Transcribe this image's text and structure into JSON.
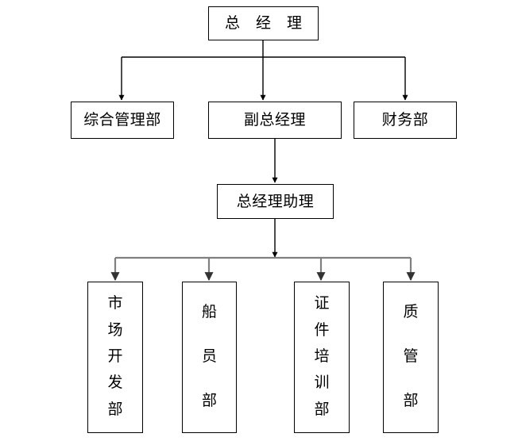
{
  "chart_title": "",
  "theme": {
    "background": "#ffffff",
    "box_border": "#000000",
    "box_fill": "#ffffff",
    "text": "#000000",
    "connector_black": "#000000",
    "connector_gray": "#808080"
  },
  "levels": [
    {
      "level": 1,
      "nodes": [
        {
          "id": "general-manager",
          "label": "总 经 理",
          "orientation": "horizontal",
          "spaced": true
        }
      ]
    },
    {
      "level": 2,
      "nodes": [
        {
          "id": "general-admin-dept",
          "label": "综合管理部",
          "orientation": "horizontal",
          "spaced": false
        },
        {
          "id": "deputy-general-manager",
          "label": "副总经理",
          "orientation": "horizontal",
          "spaced": false
        },
        {
          "id": "finance-dept",
          "label": "财务部",
          "orientation": "horizontal",
          "spaced": false
        }
      ]
    },
    {
      "level": 3,
      "nodes": [
        {
          "id": "assistant-general-manager",
          "label": "总经理助理",
          "orientation": "horizontal",
          "spaced": false
        }
      ]
    },
    {
      "level": 4,
      "nodes": [
        {
          "id": "market-development-dept",
          "label": "市场开发部",
          "orientation": "vertical",
          "chars": [
            "市",
            "场",
            "开",
            "发",
            "部"
          ]
        },
        {
          "id": "crew-dept",
          "label": "船员部",
          "orientation": "vertical",
          "chars": [
            "船",
            "员",
            "部"
          ]
        },
        {
          "id": "certificate-training-dept",
          "label": "证件培训部",
          "orientation": "vertical",
          "chars": [
            "证",
            "件",
            "培",
            "训",
            "部"
          ]
        },
        {
          "id": "quality-management-dept",
          "label": "质管部",
          "orientation": "vertical",
          "chars": [
            "质",
            "管",
            "部"
          ]
        }
      ]
    }
  ],
  "connections": [
    {
      "from": "general-manager",
      "to": "general-admin-dept",
      "style": "elbow",
      "color": "#000000"
    },
    {
      "from": "general-manager",
      "to": "deputy-general-manager",
      "style": "straight",
      "color": "#000000"
    },
    {
      "from": "general-manager",
      "to": "finance-dept",
      "style": "elbow",
      "color": "#000000"
    },
    {
      "from": "deputy-general-manager",
      "to": "assistant-general-manager",
      "style": "straight",
      "color": "#000000"
    },
    {
      "from": "assistant-general-manager",
      "to": "market-development-dept",
      "style": "elbow",
      "color": "#808080"
    },
    {
      "from": "assistant-general-manager",
      "to": "crew-dept",
      "style": "elbow",
      "color": "#808080"
    },
    {
      "from": "assistant-general-manager",
      "to": "certificate-training-dept",
      "style": "elbow",
      "color": "#808080"
    },
    {
      "from": "assistant-general-manager",
      "to": "quality-management-dept",
      "style": "elbow",
      "color": "#808080"
    }
  ]
}
